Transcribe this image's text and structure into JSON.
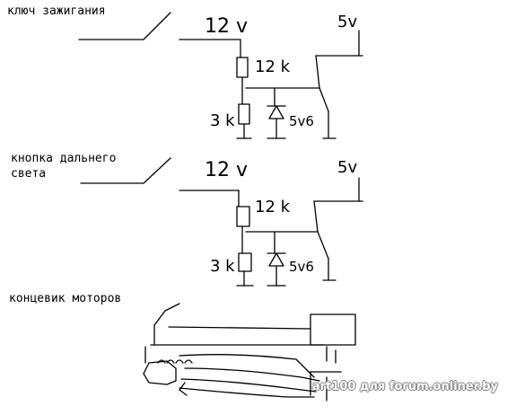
{
  "labels": {
    "ignition_key": "ключ зажигания",
    "high_beam_button": "кнопка дальнего\nсвета",
    "motor_limit_switch": "концевик моторов"
  },
  "circuit": {
    "input_voltage": "12 v",
    "output_voltage": "5v",
    "resistor_top": "12 k",
    "resistor_bottom": "3 k",
    "zener": "5v6"
  },
  "watermark": "art100 для forum.onliner.by"
}
